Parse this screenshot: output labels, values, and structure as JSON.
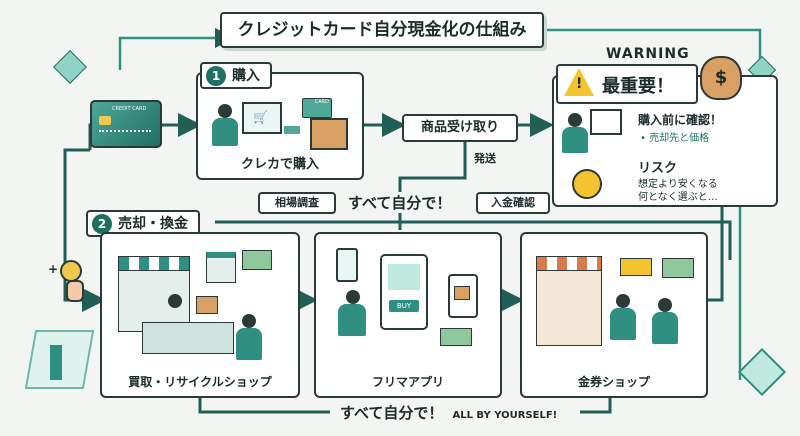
{
  "title": "クレジットカード自分現金化の仕組み",
  "card_text": "CREDIT CARD",
  "step1": {
    "num": "1",
    "label": "購入",
    "caption": "クレカで購入",
    "card_text": "CARD"
  },
  "receive": {
    "label": "商品受け取り",
    "ship": "発送"
  },
  "warning": {
    "heading": "WARNING",
    "title": "最重要！",
    "check_title": "購入前に確認！",
    "check_item": "• 売却先と価格",
    "risk_title": "リスク",
    "risk_line1": "想定より安くなる",
    "risk_line2": "何となく選ぶと…"
  },
  "middle_banner": {
    "left": "相場調査",
    "center": "すべて自分で！",
    "right": "入金確認"
  },
  "step2": {
    "num": "2",
    "label": "売却・換金"
  },
  "panels": {
    "recycle": "買取・リサイクルショップ",
    "flea": "フリマアプリ",
    "voucher": "金券ショップ",
    "buy_button": "BUY"
  },
  "bottom_banner": {
    "jp": "すべて自分で！",
    "en": "ALL BY YOURSELF!"
  },
  "plus": "+",
  "colors": {
    "teal": "#1f6f63",
    "teal_light": "#2f8f80",
    "mint": "#bfe8df",
    "warn": "#f4c430",
    "line": "#2b3a38"
  }
}
